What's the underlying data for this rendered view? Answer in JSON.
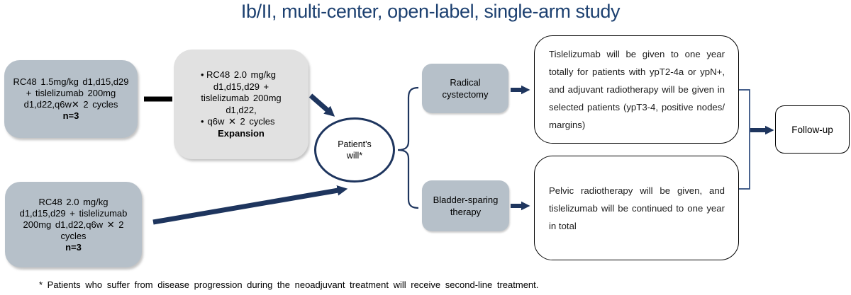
{
  "title": "Ib/II, multi-center, open-label, single-arm study",
  "colors": {
    "navy_arrow": "#1e355e",
    "title_blue": "#1c4070",
    "cohort_box_fill": "#b6c0c9",
    "expansion_box_fill": "#e1e1e1",
    "outcome_border": "#000000"
  },
  "cohort1": {
    "lines": [
      "RC48 1.5mg/kg  d1,d15,d29",
      "+ tislelizumab  200mg",
      "d1,d22,q6w✕ 2 cycles"
    ],
    "n": "n=3"
  },
  "cohort2": {
    "lines": [
      "RC48 2.0 mg/kg",
      "d1,d15,d29  + tislelizumab",
      "200mg  d1,d22,q6w ✕ 2",
      "cycles"
    ],
    "n": "n=3"
  },
  "expansion": {
    "bullet": "•",
    "lines": [
      "RC48 2.0 mg/kg",
      "d1,d15,d29 +",
      "tislelizumab  200mg",
      "d1,d22,",
      "q6w ✕ 2 cycles"
    ],
    "emphasis": "Expansion"
  },
  "decision": {
    "line1": "Patient's",
    "line2": "will*"
  },
  "radical": {
    "line1": "Radical",
    "line2": "cystectomy"
  },
  "bladder": {
    "line1": "Bladder-sparing",
    "line2": "therapy"
  },
  "radical_outcome": {
    "lines": [
      "Tislelizumab will be given to one year",
      "totally for patients with ypT2-4a or ypN+,",
      "and adjuvant radiotherapy will be given in",
      "selected patients (ypT3-4, positive nodes/",
      "margins)"
    ]
  },
  "bladder_outcome": {
    "lines": [
      "Pelvic radiotherapy will be given, and",
      "tislelizumab will be continued to one year",
      "in total"
    ]
  },
  "followup": "Follow-up",
  "footnote": "* Patients who suffer from disease progression during the neoadjuvant treatment will receive second-line treatment."
}
